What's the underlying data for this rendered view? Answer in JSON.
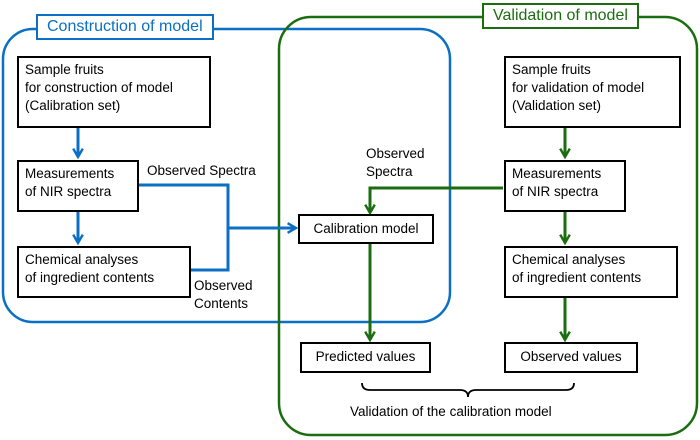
{
  "colors": {
    "construction": "#0b6fc4",
    "validation": "#1a6e10",
    "box_border": "#000000"
  },
  "groups": {
    "construction_title": "Construction of model",
    "validation_title": "Validation of model"
  },
  "construction": {
    "sample_fruits": [
      "Sample fruits",
      "for construction of model",
      "(Calibration set)"
    ],
    "measurements": [
      "Measurements",
      "of NIR spectra"
    ],
    "chemical": [
      "Chemical analyses",
      "of ingredient contents"
    ]
  },
  "validation": {
    "sample_fruits": [
      "Sample fruits",
      "for validation of model",
      "(Validation set)"
    ],
    "measurements": [
      "Measurements",
      "of NIR spectra"
    ],
    "chemical": [
      "Chemical analyses",
      "of ingredient contents"
    ]
  },
  "calibration_model": "Calibration model",
  "predicted_values": "Predicted values",
  "observed_values": "Observed values",
  "labels": {
    "observed_spectra_construction": "Observed Spectra",
    "observed_contents": [
      "Observed",
      "Contents"
    ],
    "observed_spectra_validation": [
      "Observed",
      "Spectra"
    ],
    "validation_of_calibration": "Validation of the calibration model"
  }
}
